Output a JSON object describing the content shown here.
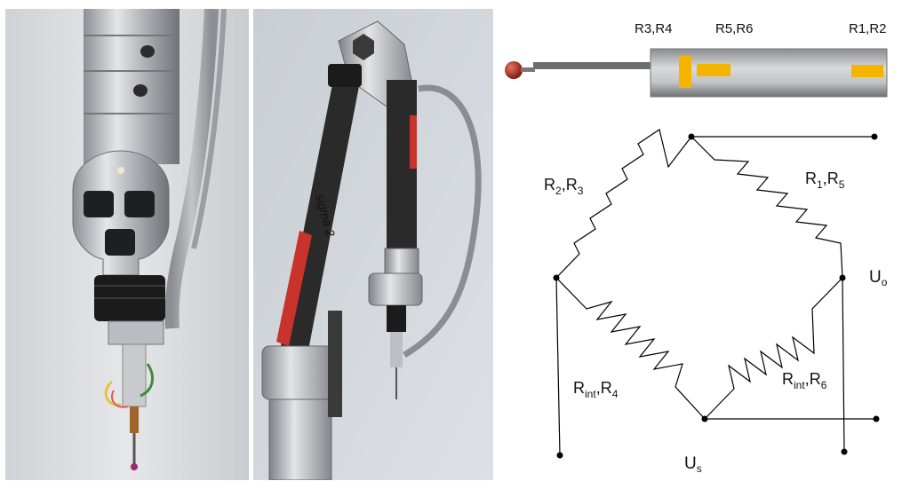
{
  "probe": {
    "label_r3_r4": "R3,R4",
    "label_r5_r6": "R5,R6",
    "label_r1_r2": "R1,R2"
  },
  "bridge": {
    "upper_left": {
      "main1": "R",
      "sub1": "2",
      "sep": ",",
      "main2": "R",
      "sub2": "3"
    },
    "upper_right": {
      "main1": "R",
      "sub1": "1",
      "sep": ",",
      "main2": "R",
      "sub2": "5"
    },
    "lower_left": {
      "main1": "R",
      "sub1": "int",
      "sep": ",",
      "main2": "R",
      "sub2": "4"
    },
    "lower_right": {
      "main1": "R",
      "sub1": "int",
      "sep": ",",
      "main2": "R",
      "sub2": "6"
    },
    "output": {
      "main": "U",
      "sub": "o"
    },
    "supply": {
      "main": "U",
      "sub": "s"
    }
  },
  "left_photo": {
    "brand_text": ""
  },
  "middle_photo": {
    "brand_text": "sigma 2"
  },
  "colors": {
    "strain_gauge": "#f5b400",
    "probe_ball": "#b3261e",
    "arm_red": "#c8332b",
    "arm_dark": "#2a2a2a"
  }
}
